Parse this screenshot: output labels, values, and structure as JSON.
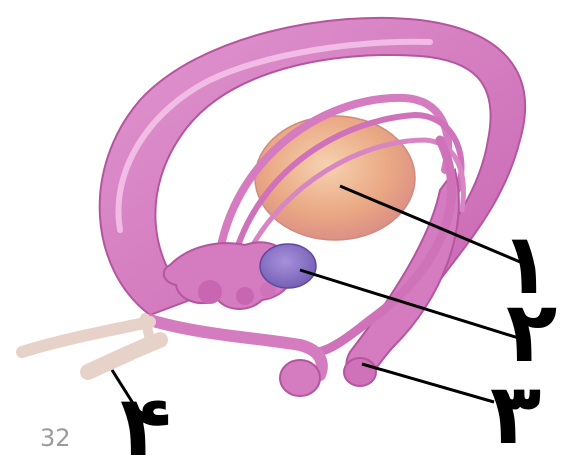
{
  "diagram": {
    "labels": [
      {
        "id": "1",
        "text": "۱"
      },
      {
        "id": "2",
        "text": "۲"
      },
      {
        "id": "3",
        "text": "۳"
      },
      {
        "id": "4",
        "text": "۴"
      }
    ],
    "page_number": "32"
  },
  "colors": {
    "structure": "#d57bbf",
    "structure_dark": "#b5559f",
    "structure_light": "#f0b6e2",
    "central_mass": "#e9a580",
    "central_mass_light": "#f3c7a3",
    "small_body": "#8e74c9",
    "bulb": "#e7d2c9",
    "leader_line": "#000000",
    "page_number": "#9b9b9b"
  }
}
